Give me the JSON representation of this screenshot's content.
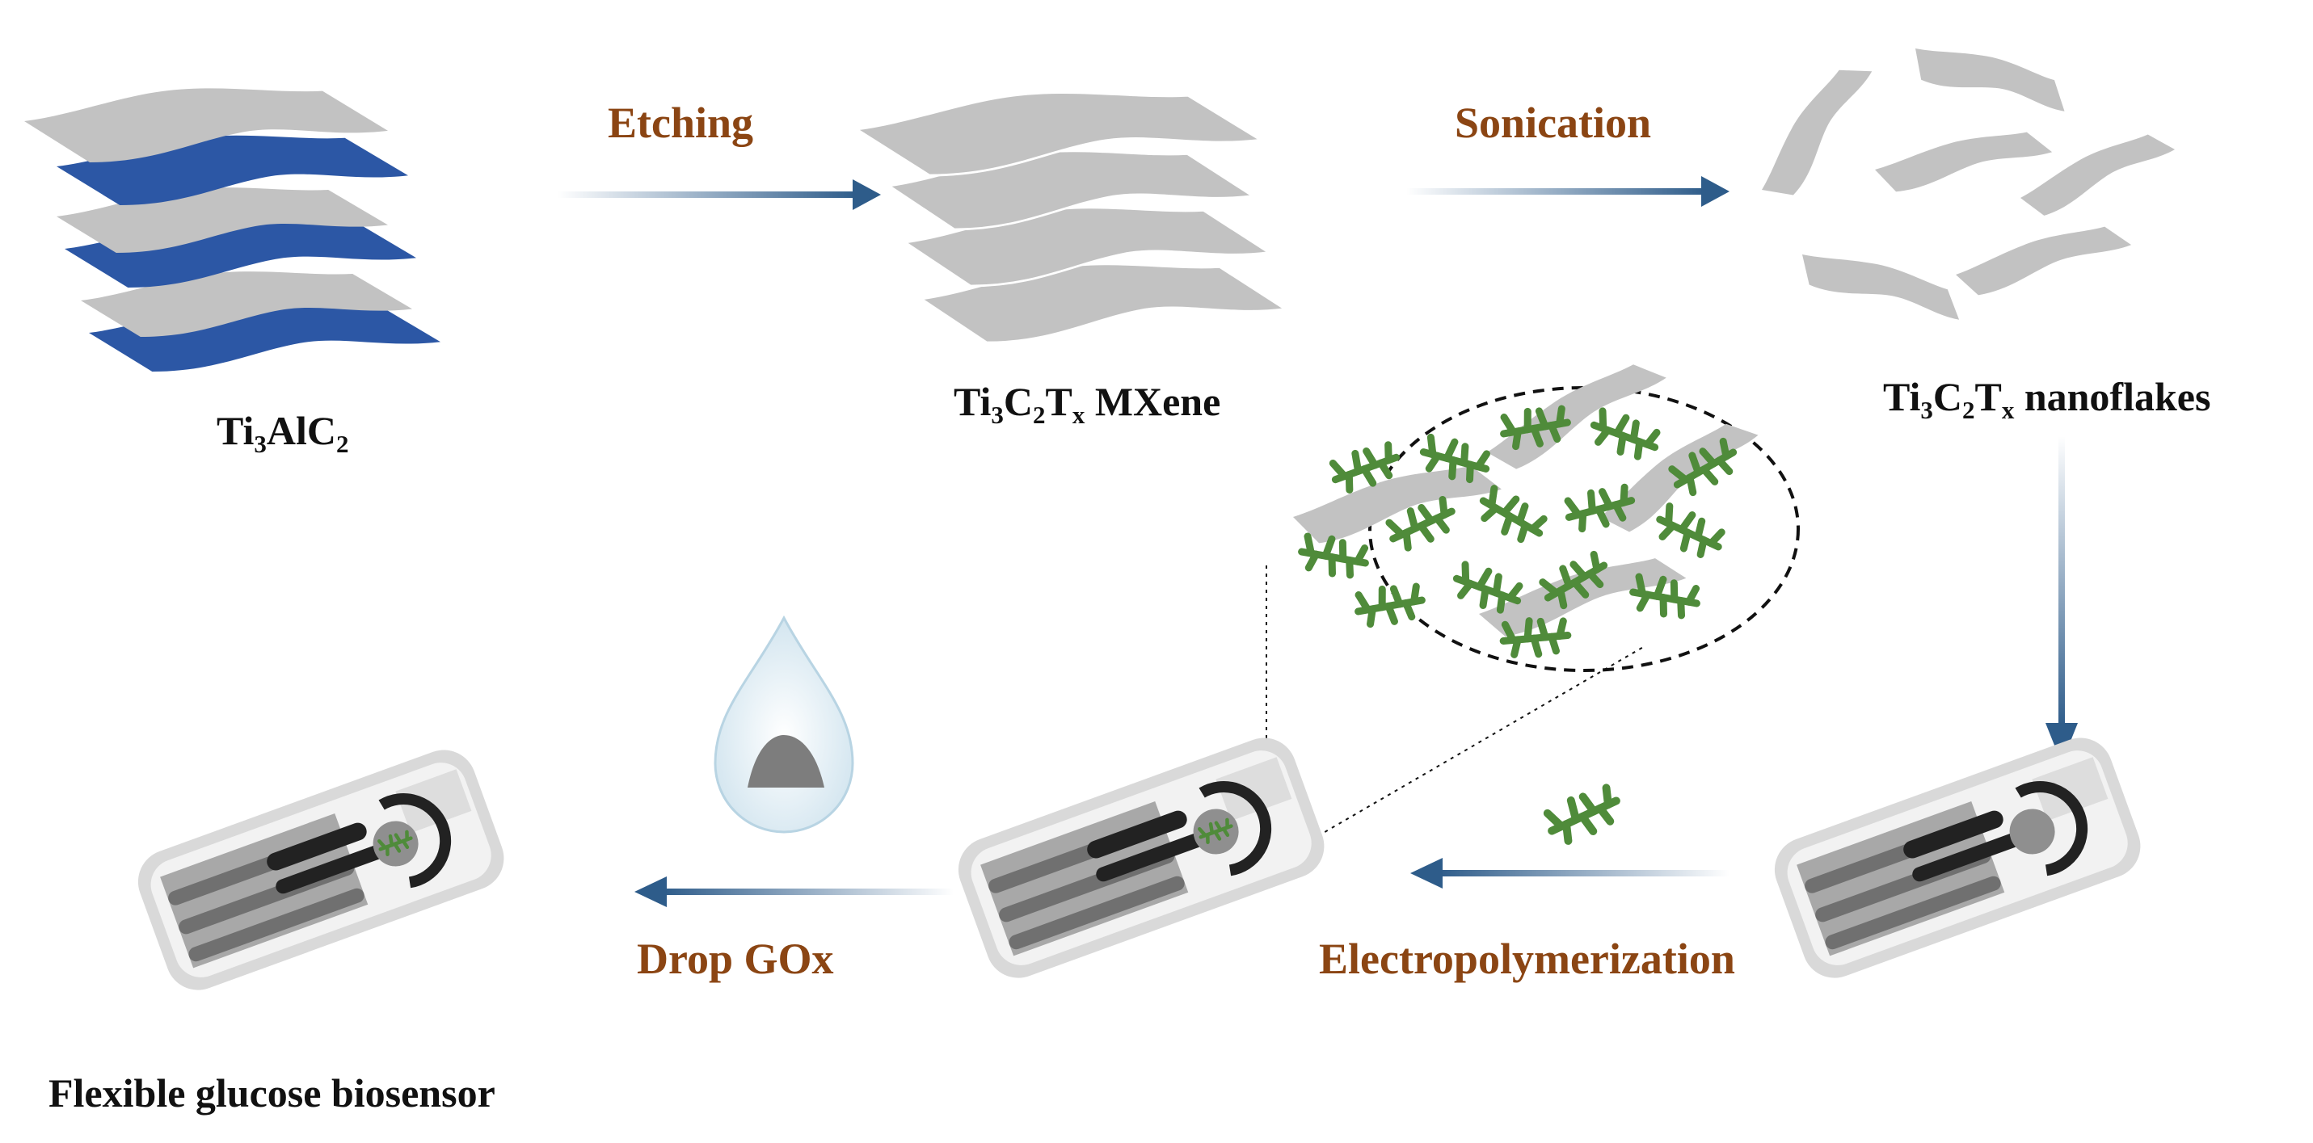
{
  "colors": {
    "sheet_gray": "#c2c2c2",
    "sheet_blue": "#2c57a5",
    "arrow_blue": "#2e5c8a",
    "step_brown": "#8b4513",
    "polymer_green": "#4f8b3a",
    "label_black": "#111111"
  },
  "labels": {
    "ti3alc2": {
      "parts": [
        {
          "t": "Ti"
        },
        {
          "t": "3",
          "sub": true
        },
        {
          "t": "AlC"
        },
        {
          "t": "2",
          "sub": true
        }
      ]
    },
    "mxene": {
      "parts": [
        {
          "t": "Ti"
        },
        {
          "t": "3",
          "sub": true
        },
        {
          "t": "C"
        },
        {
          "t": "2",
          "sub": true
        },
        {
          "t": "T"
        },
        {
          "t": "x",
          "sub": true
        },
        {
          "t": " MXene"
        }
      ]
    },
    "nanoflakes": {
      "parts": [
        {
          "t": "Ti"
        },
        {
          "t": "3",
          "sub": true
        },
        {
          "t": "C"
        },
        {
          "t": "2",
          "sub": true
        },
        {
          "t": "T"
        },
        {
          "t": "x",
          "sub": true
        },
        {
          "t": " nanoflakes"
        }
      ]
    },
    "biosensor": "Flexible glucose biosensor"
  },
  "steps": {
    "etching": "Etching",
    "sonication": "Sonication",
    "electropolymerization": "Electropolymerization",
    "drop_gox": "Drop GOx"
  },
  "icons": {
    "layered_max_phase": "stacked-sheets-icon",
    "mxene_stack": "stacked-sheets-icon",
    "nanoflakes": "flakes-icon",
    "zoom_view": "magnified-circle-icon",
    "droplet": "droplet-icon",
    "polymer": "polymer-icon",
    "electrode": "electrode-strip-icon"
  }
}
